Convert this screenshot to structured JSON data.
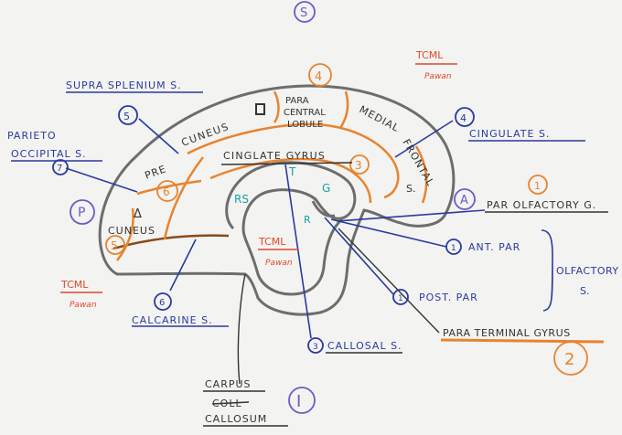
{
  "labels": {
    "s_circle": "S",
    "p_circle": "P",
    "a_circle": "A",
    "i_circle": "I",
    "suprasplenium": "SUPRA SPLENIUM S.",
    "parieto": "PARIETO",
    "occipital": "OCCIPITAL S.",
    "num7": "7",
    "num5a": "5",
    "pre": "PRE",
    "cuneus_top": "CUNEUS",
    "num6_orange": "6",
    "cuneus_lower": "CUNEUS",
    "num5_orange": "5",
    "triangle": "Δ",
    "para": "PARA",
    "central": "CENTRAL",
    "lobule": "LOBULE",
    "num4_orange": "4",
    "medial": "MEDIAL",
    "frontal": "FRONTAL",
    "frontal_s": "S.",
    "num3_orange": "3",
    "cinglate_gyrus": "CINGLATE GYRUS",
    "num4_blue": "4",
    "cingulate_s": "CINGULATE S.",
    "num1_orange": "1",
    "par_olfactory": "PAR OLFACTORY G.",
    "num1_ant": "1",
    "ant_par": "ANT. PAR",
    "olfactory": "OLFACTORY",
    "olfactory_s": "S.",
    "num1_post": "1",
    "post_par": "POST. PAR",
    "para_terminal": "PARA TERMINAL GYRUS",
    "num2_orange": "2",
    "num3_blue": "3",
    "callosal_s": "CALLOSAL S.",
    "carpus": "CARPUS",
    "coll": "COLL",
    "callosum": "CALLOSUM",
    "num6_blue": "6",
    "calcarine": "CALCARINE S.",
    "rs": "RS",
    "t": "T",
    "g": "G",
    "r": "R",
    "tcml_1": "TCML",
    "pawan_1": "Pawan",
    "tcml_2": "TCML",
    "pawan_2": "Pawan",
    "tcml_3": "TCML",
    "pawan_3": "Pawan"
  },
  "colors": {
    "blue": "#2a3a9e",
    "orange": "#e8832e",
    "red": "#e0472a",
    "grey": "#6d6d6d",
    "dark": "#333333",
    "purple": "#6b5bc6",
    "teal": "#17a2a2"
  }
}
